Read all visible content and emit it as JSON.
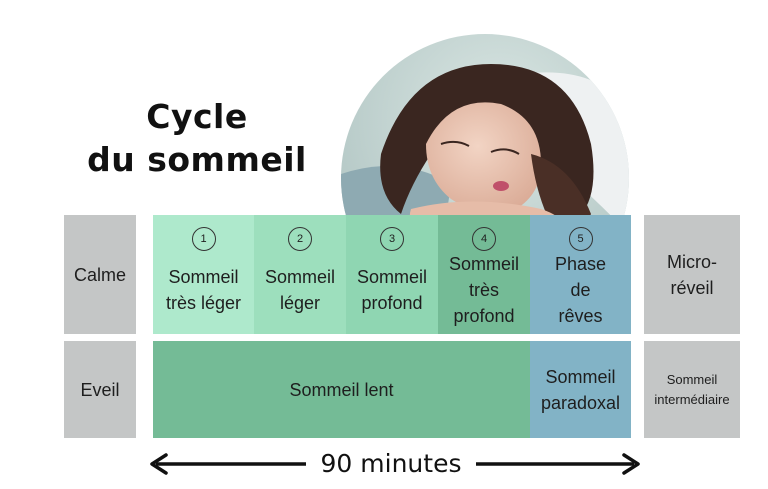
{
  "title": {
    "line1": "Cycle",
    "line2": "du sommeil"
  },
  "rows": {
    "calme": "Calme",
    "eveil": "Eveil"
  },
  "stages": [
    {
      "number": "1",
      "label": "Sommeil très léger",
      "color": "#aee9cc"
    },
    {
      "number": "2",
      "label": "Sommeil léger",
      "color": "#9ddfbd"
    },
    {
      "number": "3",
      "label": "Sommeil profond",
      "color": "#8fd6b2"
    },
    {
      "number": "4",
      "label": "Sommeil très profond",
      "color": "#74bb96"
    },
    {
      "number": "5",
      "label": "Phase de rêves",
      "color": "#82b3c6"
    }
  ],
  "micro_reveil": "Micro-réveil",
  "sommeil_lent": {
    "label": "Sommeil lent",
    "color": "#74bb96"
  },
  "sommeil_paradoxal": {
    "label": "Sommeil paradoxal",
    "color": "#82b3c6"
  },
  "sommeil_intermediaire": "Sommeil intermédiaire",
  "duration": "90 minutes",
  "colors": {
    "gray": "#c4c6c6",
    "dark": "#111111"
  },
  "photo": "sleeping-woman-image"
}
